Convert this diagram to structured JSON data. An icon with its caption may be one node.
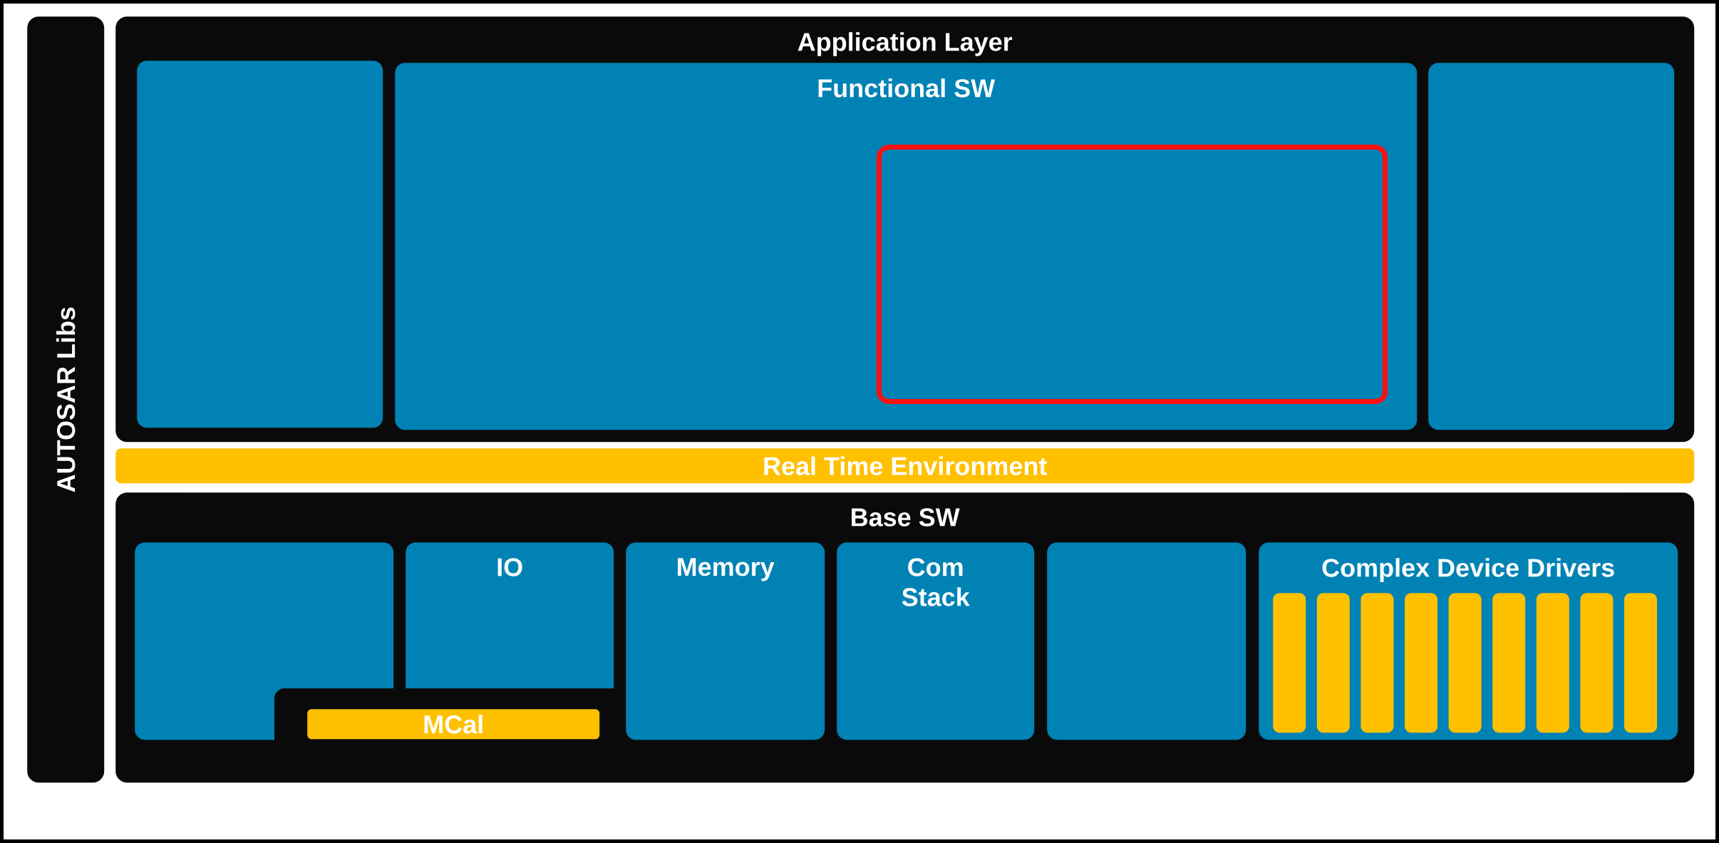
{
  "diagram": {
    "nodes": [
      {
        "text": [
          "AUTOSAR Libs"
        ]
      },
      {
        "text": [
          "Application Layer"
        ]
      },
      {
        "text": [],
        "shape": "box",
        "in": 1
      },
      {
        "text": [
          "Functional SW"
        ],
        "in": 1
      },
      {
        "text": [],
        "shape": "box",
        "in": 3
      },
      {
        "text": [],
        "shape": "box",
        "in": 1
      },
      {
        "text": [
          "Real Time Environment"
        ]
      },
      {
        "text": [
          "Base SW"
        ]
      },
      {
        "text": [],
        "shape": "box",
        "in": 7
      },
      {
        "text": [
          "IO"
        ],
        "in": 7
      },
      {
        "text": [
          "MCal"
        ],
        "in": 7
      },
      {
        "text": [
          "Memory"
        ],
        "in": 7
      },
      {
        "text": [
          "Com Stack"
        ],
        "in": 7
      },
      {
        "text": [],
        "shape": "box",
        "in": 7
      },
      {
        "text": [
          "Complex Device Drivers"
        ],
        "in": 7
      },
      {
        "text": [],
        "shape": "bar",
        "in": 14
      },
      {
        "text": [],
        "shape": "bar",
        "in": 14
      },
      {
        "text": [],
        "shape": "bar",
        "in": 14
      },
      {
        "text": [],
        "shape": "bar",
        "in": 14
      },
      {
        "text": [],
        "shape": "bar",
        "in": 14
      },
      {
        "text": [],
        "shape": "bar",
        "in": 14
      },
      {
        "text": [],
        "shape": "bar",
        "in": 14
      },
      {
        "text": [],
        "shape": "bar",
        "in": 14
      },
      {
        "text": [],
        "shape": "bar",
        "in": 14
      }
    ]
  }
}
